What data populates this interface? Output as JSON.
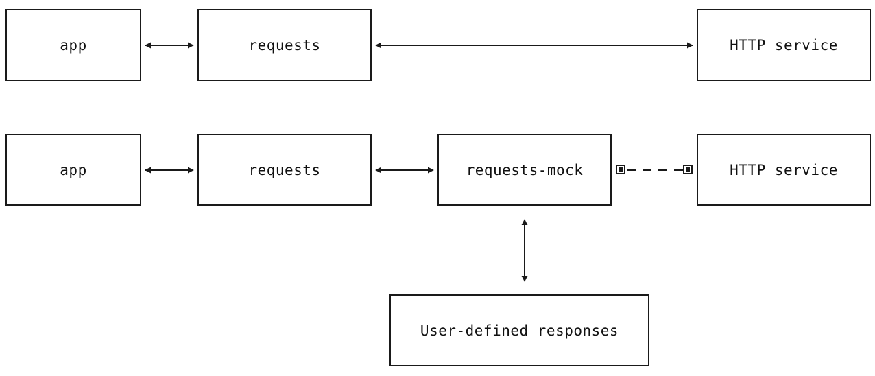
{
  "row_plain": {
    "app": "app",
    "requests": "requests",
    "http_service": "HTTP service"
  },
  "row_mocked": {
    "app": "app",
    "requests": "requests",
    "requests_mock": "requests-mock",
    "http_service": "HTTP service"
  },
  "user_responses": "User-defined responses",
  "colors": {
    "line": "#1a1a1a",
    "background": "#ffffff"
  }
}
